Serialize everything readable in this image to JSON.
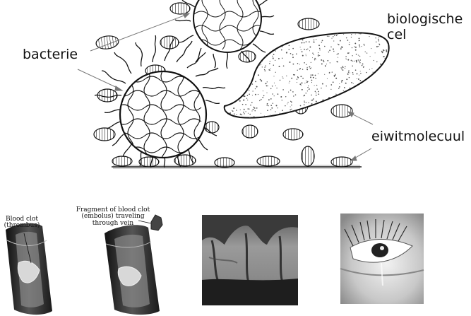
{
  "diagram": {
    "labels": {
      "bacteria": "bacterie",
      "cell_line1": "biologische",
      "cell_line2": "cel",
      "protein": "eiwitmolecuul"
    },
    "colors": {
      "ink": "#111111",
      "dots": "#555555",
      "surface": "#cfcfcf",
      "arrow": "#777777"
    }
  },
  "figures": {
    "blood_clot_label_line1": "Blood clot",
    "blood_clot_label_line2": "(thrombus)",
    "fragment_label_line1": "Fragment of blood clot",
    "fragment_label_line2": "(embolus) traveling",
    "fragment_label_line3": "through vein"
  }
}
